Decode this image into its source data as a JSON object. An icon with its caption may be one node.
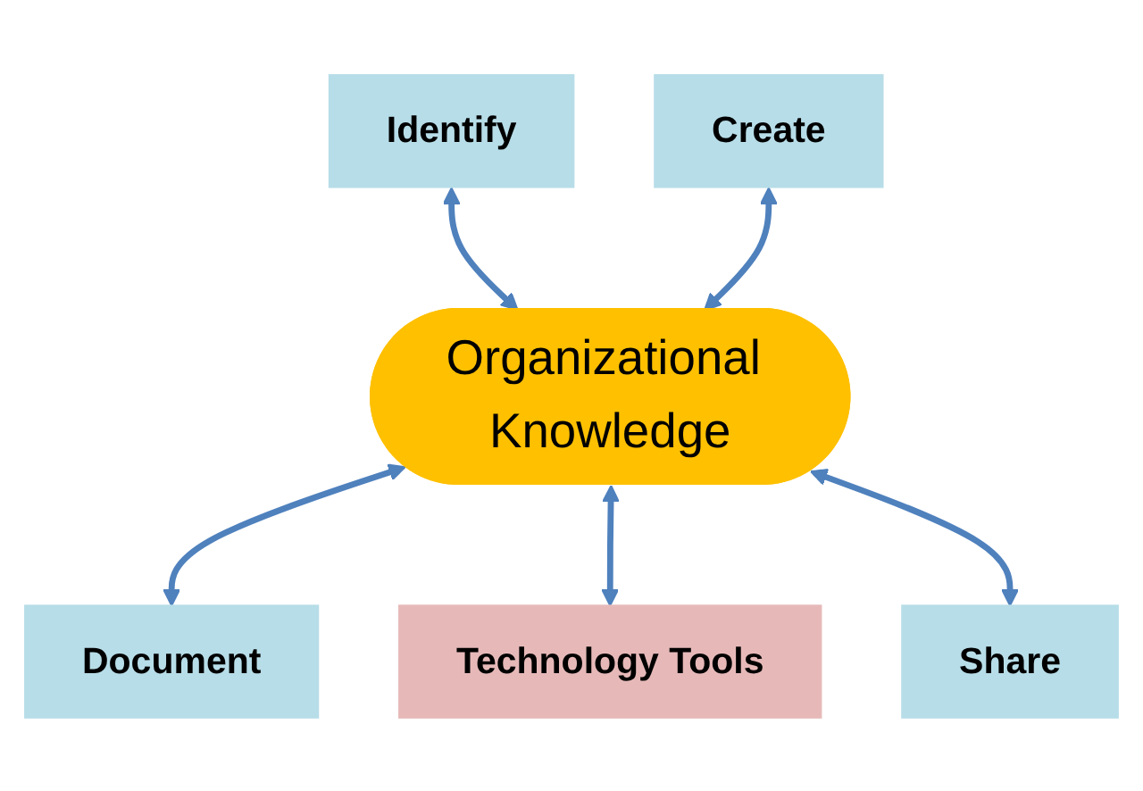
{
  "diagram": {
    "nodes": [
      {
        "text": [
          "Identify"
        ]
      },
      {
        "text": [
          "Create"
        ]
      },
      {
        "text": [
          "Organizational Knowledge"
        ]
      },
      {
        "text": [
          "Document"
        ]
      },
      {
        "text": [
          "Technology Tools"
        ]
      },
      {
        "text": [
          "Share"
        ]
      }
    ],
    "edges": [
      {
        "from": 0,
        "to": 2,
        "arrow": "both"
      },
      {
        "from": 1,
        "to": 2,
        "arrow": "both"
      },
      {
        "from": 2,
        "to": 3,
        "arrow": "both"
      },
      {
        "from": 2,
        "to": 4,
        "arrow": "both"
      },
      {
        "from": 2,
        "to": 5,
        "arrow": "both"
      }
    ]
  }
}
